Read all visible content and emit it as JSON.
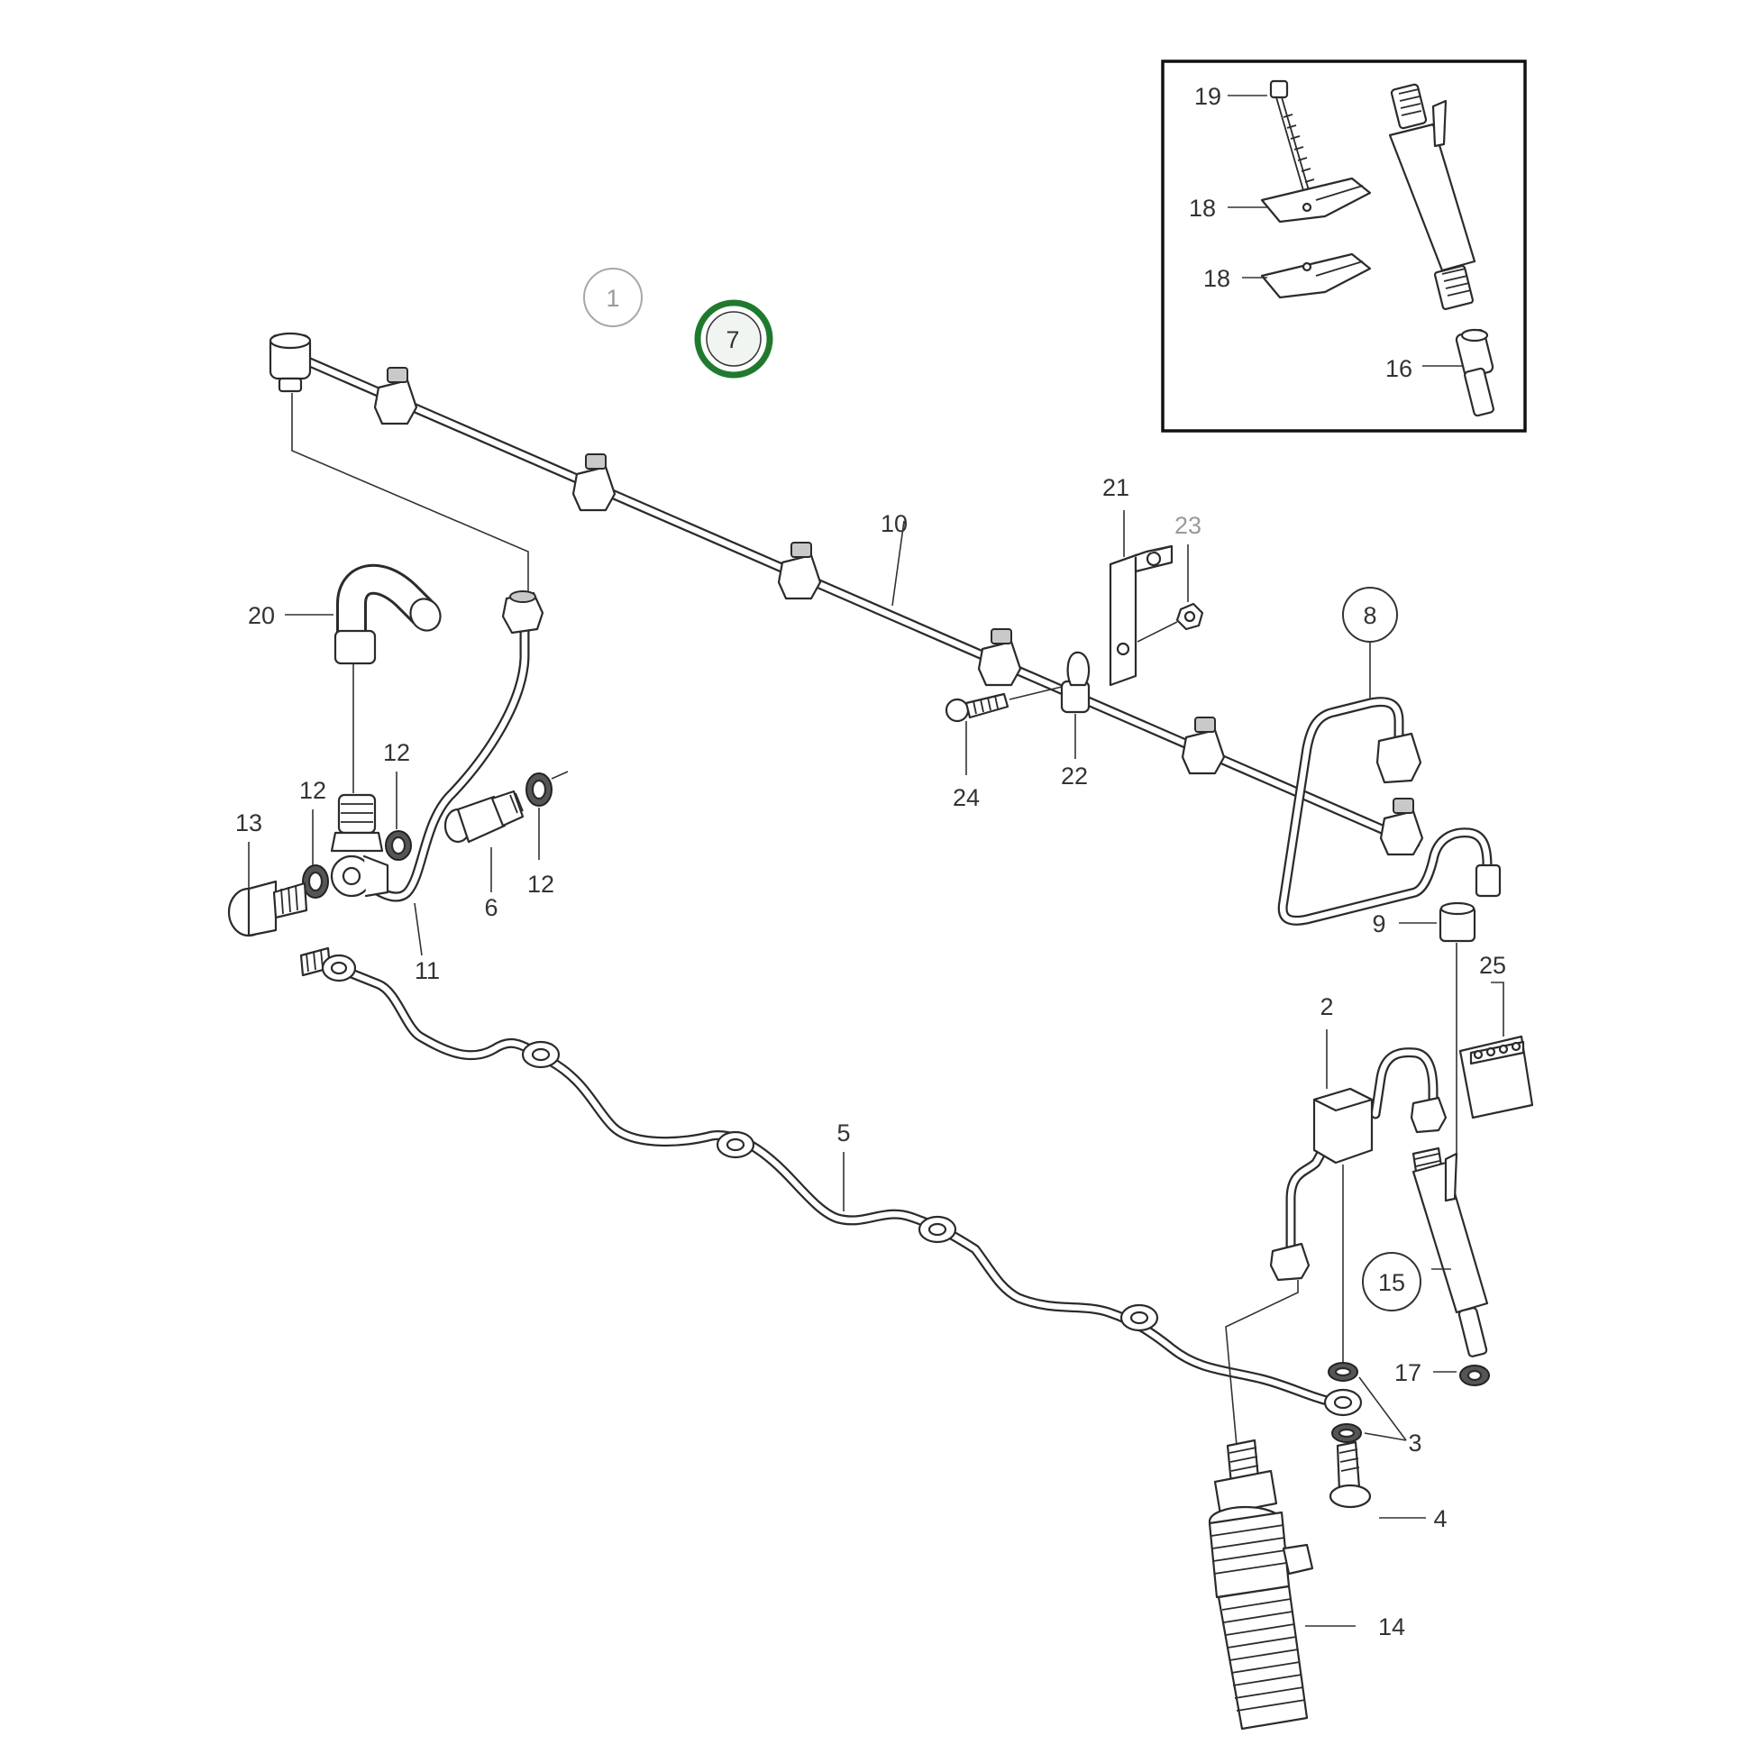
{
  "labels": {
    "l1": "1",
    "l2": "2",
    "l3": "3",
    "l4": "4",
    "l5": "5",
    "l6": "6",
    "l7": "7",
    "l8": "8",
    "l9": "9",
    "l10": "10",
    "l11": "11",
    "l12a": "12",
    "l12b": "12",
    "l12c": "12",
    "l13": "13",
    "l14": "14",
    "l15": "15",
    "l16": "16",
    "l17": "17",
    "l18a": "18",
    "l18b": "18",
    "l19": "19",
    "l20": "20",
    "l21": "21",
    "l22": "22",
    "l23": "23",
    "l24": "24",
    "l25": "25"
  },
  "colors": {
    "highlight_ring": "#1f7a2e",
    "inactive_label": "#9a9a9a",
    "line": "#2b2b2b"
  }
}
